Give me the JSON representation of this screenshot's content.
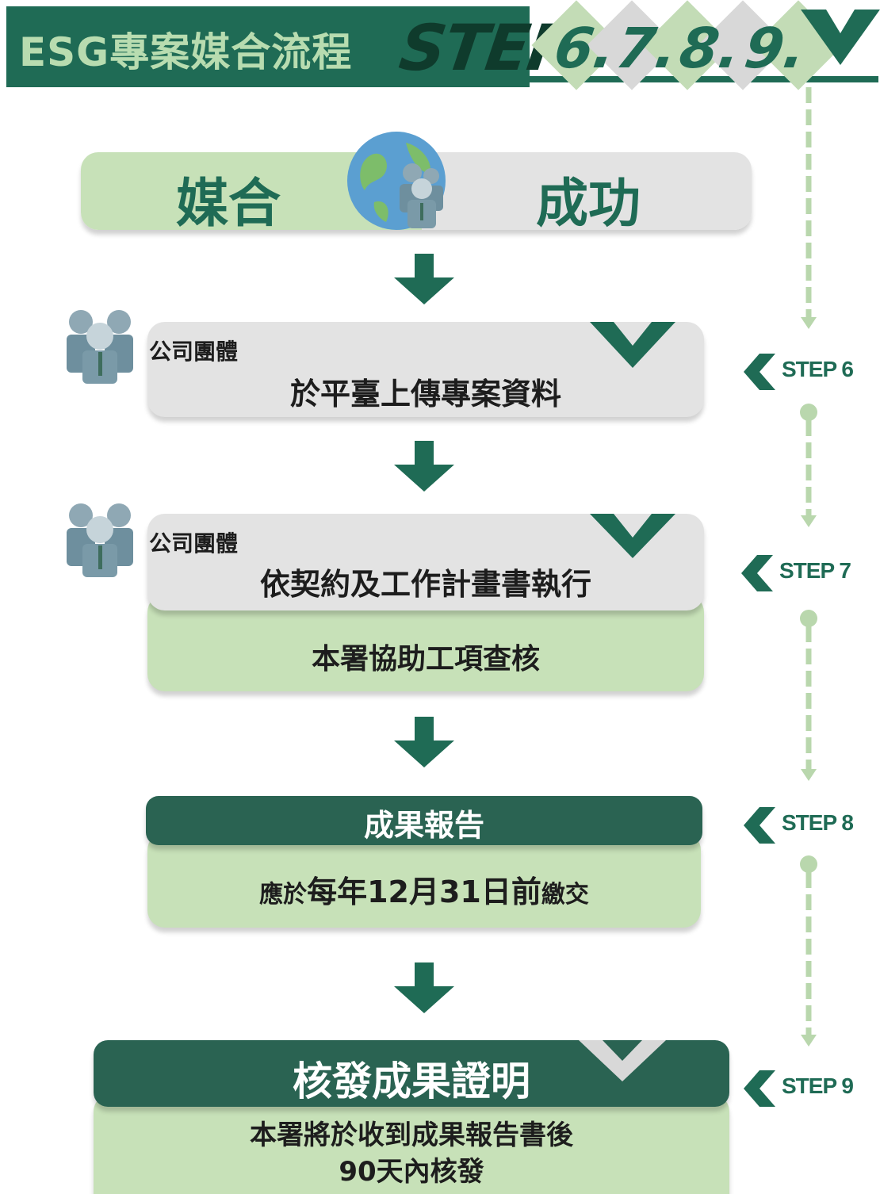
{
  "header": {
    "title": "ESG專案媒合流程",
    "step_word": "STEP",
    "step_numbers": [
      "6.",
      "7.",
      "8.",
      "9."
    ]
  },
  "match": {
    "left": "媒合",
    "right": "成功"
  },
  "steps": [
    {
      "actor": "公司團體",
      "text": "於平臺上傳專案資料",
      "side_label": "STEP 6"
    },
    {
      "actor": "公司團體",
      "text": "依契約及工作計畫書執行",
      "sub": "本署協助工項查核",
      "side_label": "STEP 7"
    },
    {
      "title": "成果報告",
      "sub_parts": [
        "應於",
        "每年12月31日前",
        "繳交"
      ],
      "side_label": "STEP 8"
    },
    {
      "title": "核發成果證明",
      "sub_lines": [
        "本署將於收到成果報告書後",
        "90天內核發"
      ],
      "side_label": "STEP 9"
    }
  ],
  "colors": {
    "dark_green": "#1f6b55",
    "light_green": "#c7e1b8",
    "gray": "#e3e3e3"
  }
}
